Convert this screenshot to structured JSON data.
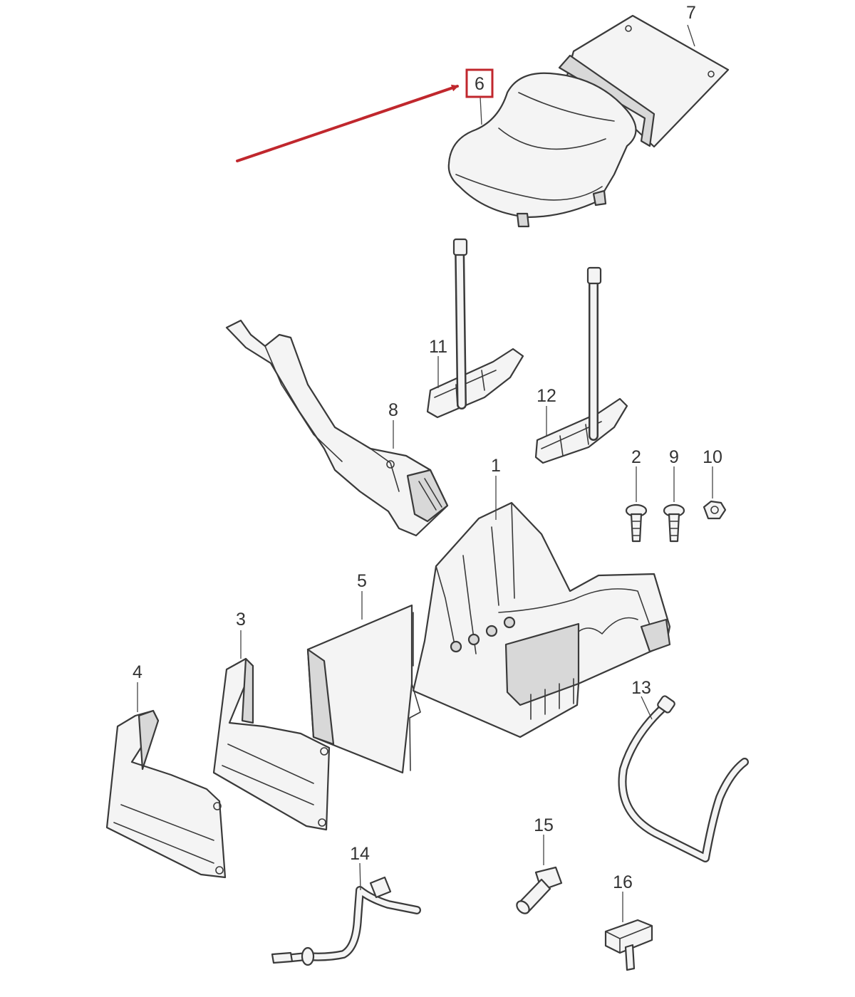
{
  "diagram": {
    "highlight_color": "#c0272d",
    "highlighted_callout": "6",
    "callouts": {
      "c1": "1",
      "c2": "2",
      "c3": "3",
      "c4": "4",
      "c5": "5",
      "c6": "6",
      "c7": "7",
      "c8": "8",
      "c9": "9",
      "c10": "10",
      "c11": "11",
      "c12": "12",
      "c13": "13",
      "c14": "14",
      "c15": "15",
      "c16": "16"
    }
  }
}
